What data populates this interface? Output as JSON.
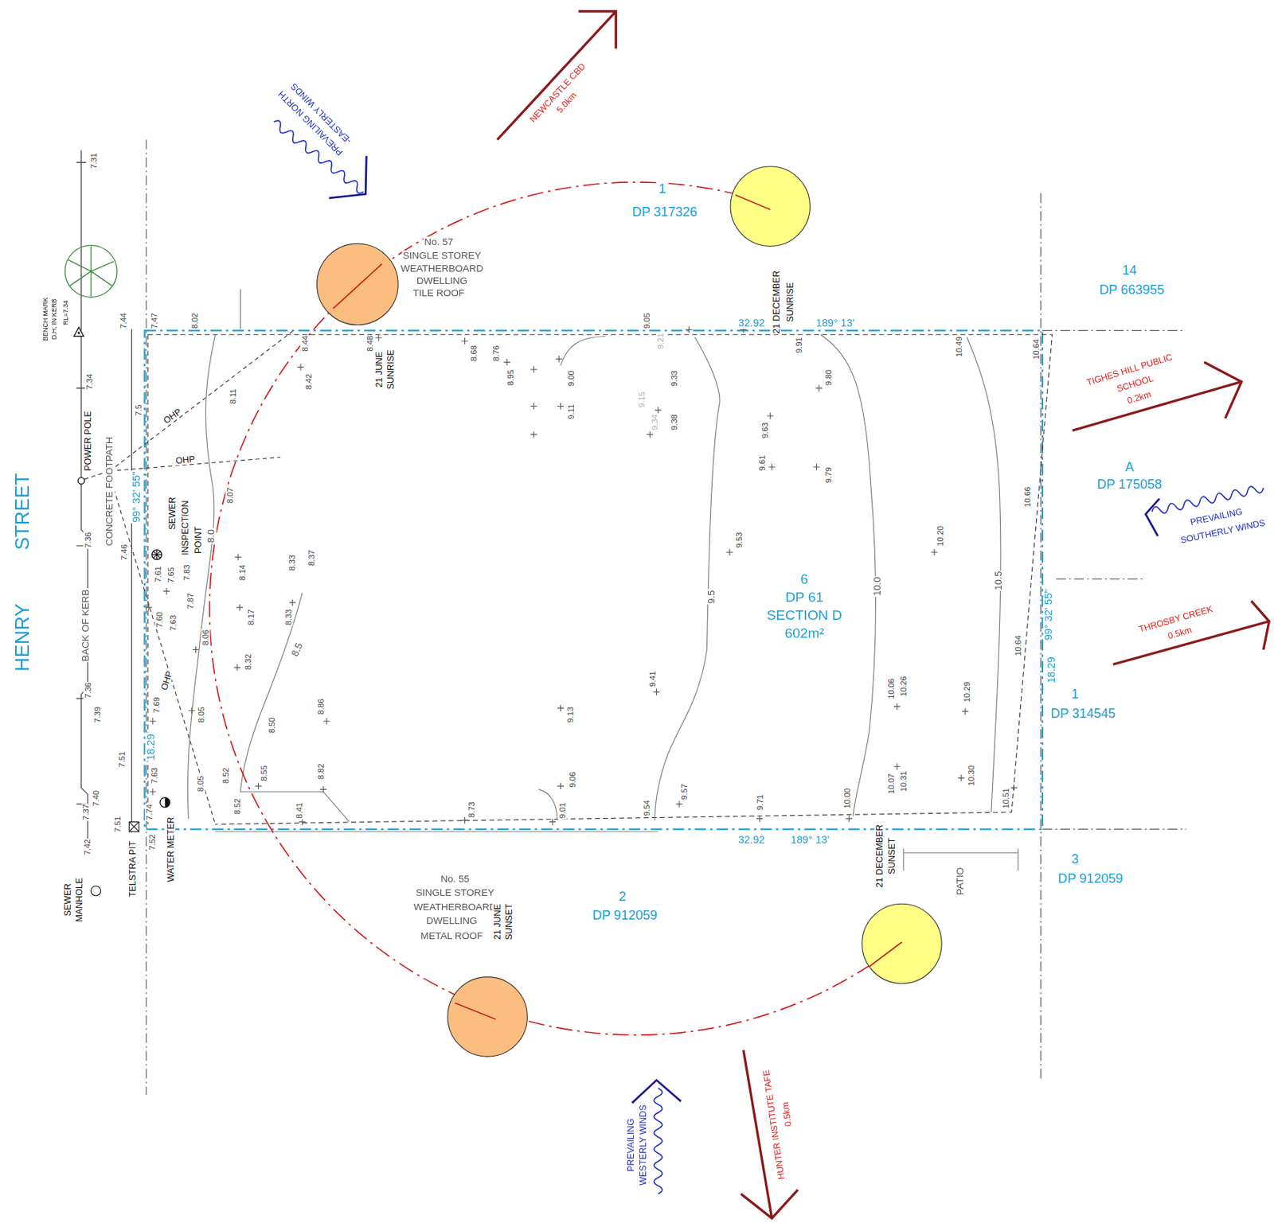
{
  "diagram": {
    "nodes": [
      {
        "text": [
          "6",
          "DP 61",
          "SECTION D",
          "602m²"
        ]
      }
    ],
    "labels": [
      "NEWCASTLE CBD",
      "5.0km",
      "PREVAILING NORTH",
      "-EASTERLY WINDS",
      "1",
      "DP 317326",
      "No. 57",
      "SINGLE STOREY",
      "WEATHERBOARD",
      "DWELLING",
      "TILE ROOF",
      "14",
      "DP 663955",
      "TIGHES HILL PUBLIC",
      "SCHOOL",
      "0.2km",
      "A",
      "DP 175058",
      "PREVAILING",
      "SOUTHERLY WINDS",
      "THROSBY CREEK",
      "0.5km",
      "1",
      "DP 314545",
      "3",
      "DP 912059",
      "2",
      "DP 912059",
      "No. 55",
      "SINGLE STOREY",
      "WEATHERBOARD",
      "DWELLING",
      "METAL ROOF",
      "21 JUNE",
      "SUNSET",
      "21 DECEMBER",
      "SUNSET",
      "PATIO",
      "PREVAILING",
      "WESTERLY WINDS",
      "HUNTER INSTITUTE TAFE",
      "0.5km",
      "21 DECEMBER",
      "SUNRISE",
      "21 JUNE",
      "SUNRISE",
      "STREET",
      "HENRY",
      "BENCH MARK",
      "D.H. IN KERB",
      "RL=7.34",
      "POWER POLE",
      "CONCRETE FOOTPATH",
      "BACK OF KERB",
      "SEWER",
      "MANHOLE",
      "TELSTRA PIT",
      "WATER METER",
      "SEWER",
      "INSPECTION",
      "POINT",
      "OHP",
      "OHP",
      "OHP",
      "99° 32' 55\"",
      "99° 32' 55\"",
      "18.29",
      "18.29",
      "32.92",
      "189° 13'",
      "32.92",
      "189° 13'",
      "8.0",
      "8.5",
      "9.5",
      "10.0",
      "10.5",
      "7.31",
      "7.44",
      "7.47",
      "7.34",
      "7.5",
      "7.36",
      "7.46",
      "7.36",
      "7.39",
      "7.51",
      "7.40",
      "7.37",
      "7.51",
      "7.42",
      "7.74",
      "7.52",
      "7.61",
      "7.65",
      "7.83",
      "7.60",
      "7.63",
      "7.87",
      "7.69",
      "7.63",
      "8.02",
      "8.11",
      "8.07",
      "8.06",
      "8.05",
      "8.05",
      "8.14",
      "8.17",
      "8.32",
      "8.52",
      "8.52",
      "8.55",
      "8.50",
      "8.33",
      "8.37",
      "8.33",
      "8.86",
      "8.82",
      "8.41",
      "8.42",
      "8.44",
      "8.48",
      "8.68",
      "8.76",
      "8.95",
      "9.00",
      "9.11",
      "9.05",
      "9.21",
      "9.15",
      "9.34",
      "9.33",
      "9.38",
      "9.91",
      "9.80",
      "9.63",
      "9.61",
      "9.79",
      "9.53",
      "10.49",
      "10.64",
      "10.66",
      "10.20",
      "10.64",
      "10.29",
      "10.06",
      "10.26",
      "10.07",
      "10.31",
      "10.30",
      "10.51",
      "10.00",
      "9.71",
      "9.57",
      "9.54",
      "9.41",
      "9.13",
      "9.06",
      "9.01",
      "8.73"
    ]
  }
}
